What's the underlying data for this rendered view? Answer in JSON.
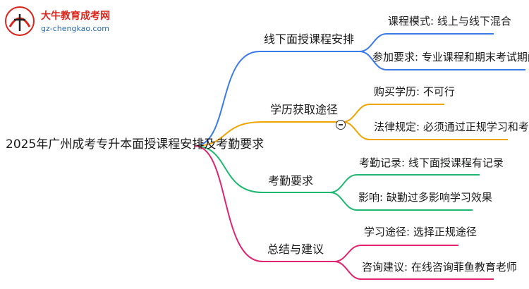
{
  "logo": {
    "title": "大牛教育成考网",
    "url": "gz-chengkao.com"
  },
  "root": "2025年广州成考专升本面授课程安排及考勤要求",
  "branches": [
    {
      "label": "线下面授课程安排",
      "color": "#3b7be8",
      "leaves": [
        "课程模式: 线上与线下混合",
        "参加要求: 专业课程和期末考试期间"
      ]
    },
    {
      "label": "学历获取途径",
      "color": "#f0a400",
      "leaves": [
        "购买学历: 不可行",
        "法律规定: 必须通过正规学习和考试"
      ]
    },
    {
      "label": "考勤要求",
      "color": "#1fb871",
      "leaves": [
        "考勤记录: 线下面授课程有记录",
        "影响: 缺勤过多影响学习效果"
      ]
    },
    {
      "label": "总结与建议",
      "color": "#e0246f",
      "leaves": [
        "学习途径: 选择正规途径",
        "咨询建议: 在线咨询菲鱼教育老师"
      ]
    }
  ]
}
